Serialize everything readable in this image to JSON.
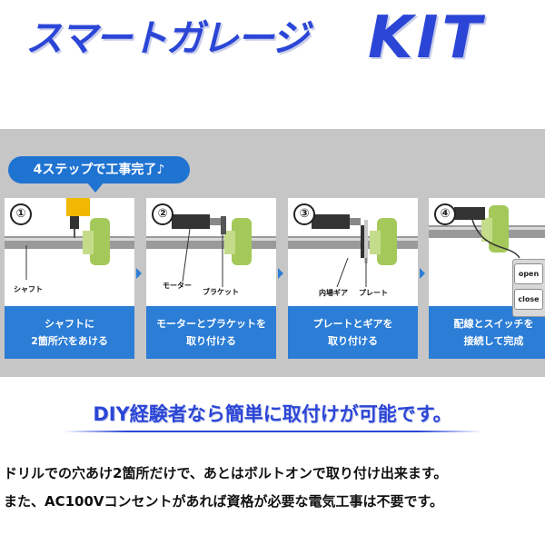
{
  "title": {
    "main": "スマートガレージ",
    "kit": "KIT"
  },
  "bubble": "4ステップで工事完了♪",
  "steps": [
    {
      "num": "①",
      "line1": "シャフトに",
      "line2": "2箇所穴をあける",
      "labels": [
        "シャフト"
      ]
    },
    {
      "num": "②",
      "line1": "モーターとブラケットを",
      "line2": "取り付ける",
      "labels": [
        "モーター",
        "ブラケット"
      ]
    },
    {
      "num": "③",
      "line1": "プレートとギアを",
      "line2": "取り付ける",
      "labels": [
        "内場ギア",
        "プレート"
      ]
    },
    {
      "num": "④",
      "line1": "配線とスイッチを",
      "line2": "接続して完成",
      "labels": []
    }
  ],
  "switch": {
    "open": "open",
    "close": "close"
  },
  "headline": "DIY経験者なら簡単に取付けが可能です。",
  "body": [
    "ドリルでの穴あけ2箇所だけで、あとはボルトオンで取り付け出来ます。",
    "また、AC100Vコンセントがあれば資格が必要な電気工事は不要です。"
  ],
  "colors": {
    "title": "#2b46d6",
    "accent": "#2b7dd6",
    "bubble": "#1f73d1",
    "panel": "#c6c6c6",
    "flange": "#a4c95a"
  }
}
